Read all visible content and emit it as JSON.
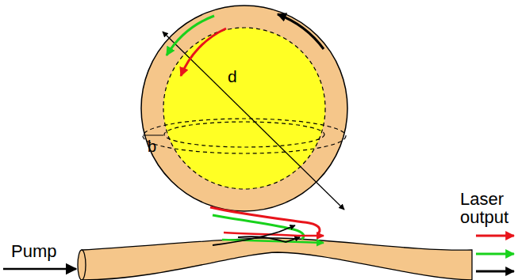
{
  "diagram": {
    "labels": [
      "d",
      "b",
      "Pump",
      "Laser output"
    ]
  }
}
